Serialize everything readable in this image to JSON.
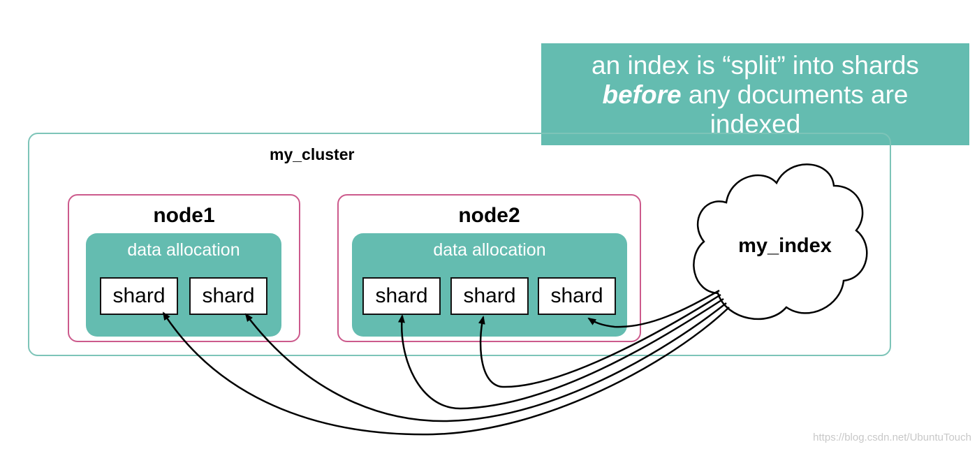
{
  "callout": {
    "line1": "an index is “split” into shards",
    "line2_emphasis": "before",
    "line2_rest": " any documents are",
    "line3": "indexed"
  },
  "cluster": {
    "title": "my_cluster"
  },
  "nodes": [
    {
      "title": "node1",
      "allocation_label": "data allocation",
      "shards": [
        "shard",
        "shard"
      ]
    },
    {
      "title": "node2",
      "allocation_label": "data allocation",
      "shards": [
        "shard",
        "shard",
        "shard"
      ]
    }
  ],
  "index": {
    "label": "my_index"
  },
  "watermark": "https://blog.csdn.net/UbuntuTouch",
  "colors": {
    "teal": "#64bcb0",
    "cluster_border": "#7dc4b8",
    "node_border": "#cc5a8c"
  }
}
